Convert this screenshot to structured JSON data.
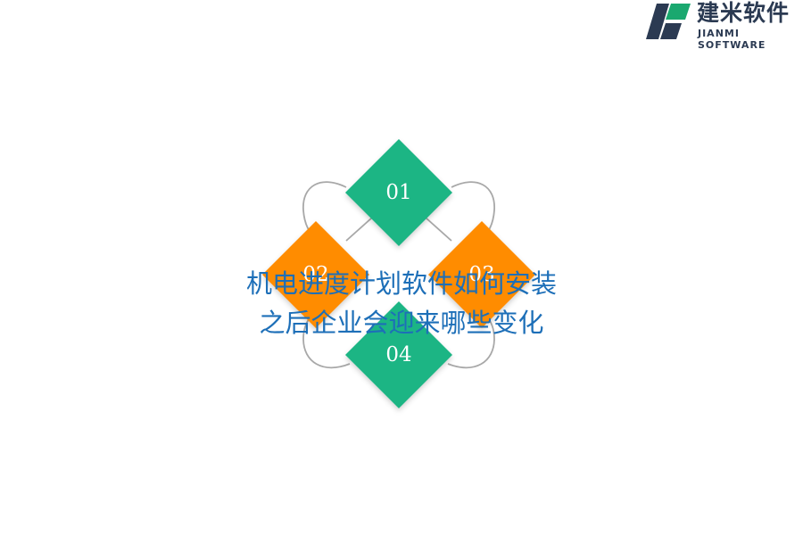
{
  "logo": {
    "name_cn": "建米软件",
    "name_en": "JIANMI SOFTWARE",
    "colors": {
      "dark": "#2b3a52",
      "green": "#1aa86f"
    }
  },
  "diagram": {
    "items": [
      {
        "label": "01",
        "color": "#1db584"
      },
      {
        "label": "02",
        "color": "#ff8c00"
      },
      {
        "label": "03",
        "color": "#ff8c00"
      },
      {
        "label": "04",
        "color": "#1db584"
      }
    ],
    "ring_color": "#9a9a9a"
  },
  "title": {
    "line1": "机电进度计划软件如何安装",
    "line2": "之后企业会迎来哪些变化",
    "color": "#1d6fb8"
  }
}
